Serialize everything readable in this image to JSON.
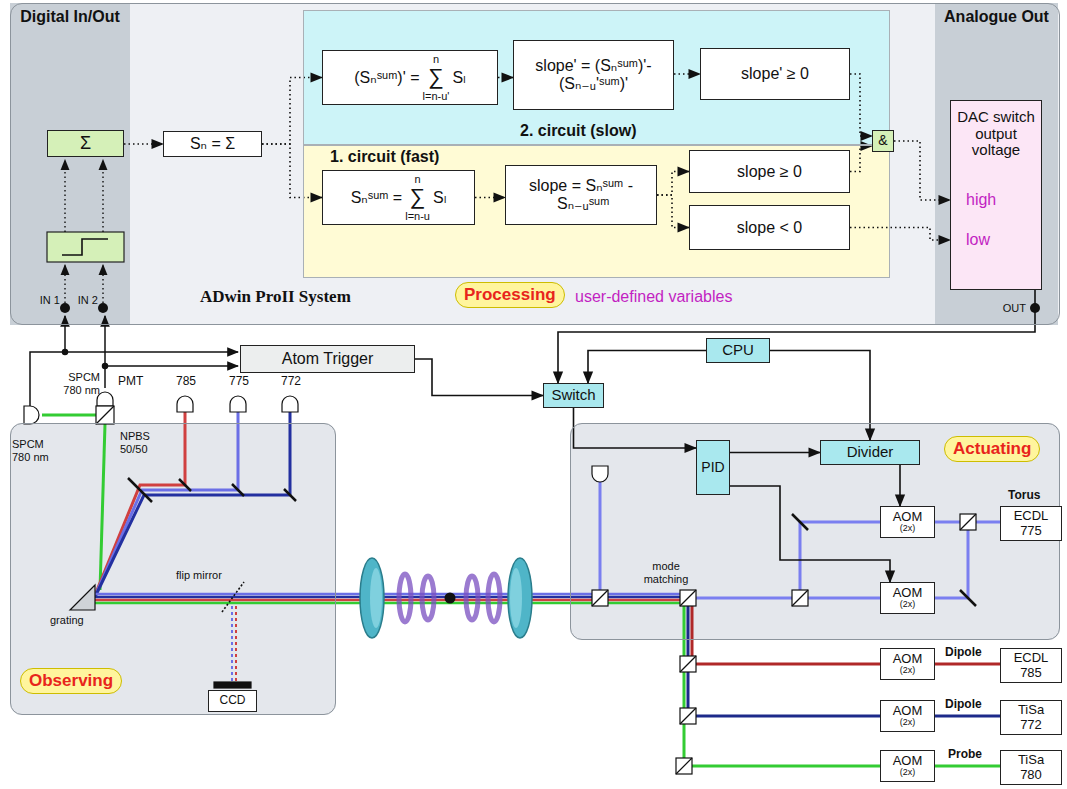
{
  "diagram": {
    "nodes": [
      {
        "text": [
          "ADwin ProII System",
          "Processing",
          "user-defined variables"
        ]
      },
      {
        "text": [
          "Digital In/Out"
        ],
        "in": 0
      },
      {
        "text": [
          "Σ"
        ],
        "in": 1
      },
      {
        "text": [
          "Sₙ = Σ"
        ],
        "in": 0
      },
      {
        "text": [
          "2. circuit (slow)"
        ],
        "in": 0
      },
      {
        "text": [
          "(Sₙˢᵘᵐ)' =",
          "n",
          "∑",
          "l=n-u'",
          "Sₗ"
        ],
        "in": 4
      },
      {
        "text": [
          "slope' = (Sₙˢᵘᵐ)'-(Sₙ₋ᵤ'ˢᵘᵐ)'"
        ],
        "in": 4
      },
      {
        "text": [
          "slope' ≥ 0"
        ],
        "in": 4
      },
      {
        "text": [
          "1. circuit (fast)"
        ],
        "in": 0
      },
      {
        "text": [
          "Sₙˢᵘᵐ =",
          "n",
          "∑",
          "l=n-u",
          "Sₗ"
        ],
        "in": 8
      },
      {
        "text": [
          "slope = Sₙˢᵘᵐ - Sₙ₋ᵤˢᵘᵐ"
        ],
        "in": 8
      },
      {
        "text": [
          "slope ≥ 0"
        ],
        "in": 8
      },
      {
        "text": [
          "slope < 0"
        ],
        "in": 8
      },
      {
        "text": [
          "&"
        ],
        "in": 0
      },
      {
        "text": [
          "Analogue Out"
        ],
        "in": 0
      },
      {
        "text": [
          "DAC switch output voltage",
          "high",
          "low"
        ],
        "in": 14
      },
      {
        "text": [
          "Atom Trigger"
        ]
      },
      {
        "text": [
          "CPU"
        ]
      },
      {
        "text": [
          "Switch"
        ]
      },
      {
        "text": [
          "Observing"
        ]
      },
      {
        "text": [
          "CCD"
        ],
        "in": 19
      },
      {
        "text": [
          "Actuating"
        ]
      },
      {
        "text": [
          "PID"
        ],
        "in": 21
      },
      {
        "text": [
          "Divider"
        ],
        "in": 21
      },
      {
        "text": [
          "Torus",
          "ECDL 775"
        ],
        "in": 21
      },
      {
        "text": [
          "AOM",
          "(2x)"
        ],
        "in": 21
      },
      {
        "text": [
          "AOM",
          "(2x)"
        ],
        "in": 21
      },
      {
        "text": [
          "AOM",
          "(2x)"
        ]
      },
      {
        "text": [
          "ECDL 785"
        ]
      },
      {
        "text": [
          "AOM",
          "(2x)"
        ]
      },
      {
        "text": [
          "TiSa 772"
        ]
      },
      {
        "text": [
          "AOM",
          "(2x)"
        ]
      },
      {
        "text": [
          "TiSa 780"
        ]
      }
    ],
    "edges": [
      {
        "from": 2,
        "to": 3,
        "arrow": "to"
      },
      {
        "from": 3,
        "to": 5,
        "arrow": "to"
      },
      {
        "from": 3,
        "to": 9,
        "arrow": "to"
      },
      {
        "from": 5,
        "to": 6,
        "arrow": "to"
      },
      {
        "from": 6,
        "to": 7,
        "arrow": "to"
      },
      {
        "from": 7,
        "to": 13,
        "arrow": "to"
      },
      {
        "from": 9,
        "to": 10,
        "arrow": "to"
      },
      {
        "from": 10,
        "to": 11,
        "arrow": "to"
      },
      {
        "from": 10,
        "to": 12,
        "arrow": "to"
      },
      {
        "from": 11,
        "to": 13,
        "arrow": "to"
      },
      {
        "from": 13,
        "to": 15,
        "arrow": "to"
      },
      {
        "from": 12,
        "to": 15,
        "arrow": "to"
      },
      {
        "from": 15,
        "to": 18,
        "arrow": "to"
      },
      {
        "from": 16,
        "to": 18,
        "arrow": "to"
      },
      {
        "from": 17,
        "to": 18,
        "arrow": "to"
      },
      {
        "from": 17,
        "to": 23,
        "arrow": "to"
      },
      {
        "from": 18,
        "to": 22,
        "arrow": "to"
      },
      {
        "from": 22,
        "to": 23,
        "arrow": "to"
      },
      {
        "from": 22,
        "to": 26,
        "arrow": "to"
      },
      {
        "from": 23,
        "to": 25,
        "arrow": "to"
      }
    ],
    "labels": [
      "IN 1",
      "IN 2",
      "OUT",
      "PMT",
      "785",
      "775",
      "772",
      "SPCM 780 nm",
      "NPBS 50/50",
      "SPCM 780 nm",
      "flip mirror",
      "grating",
      "mode matching",
      "Dipole",
      "Dipole",
      "Probe"
    ]
  }
}
